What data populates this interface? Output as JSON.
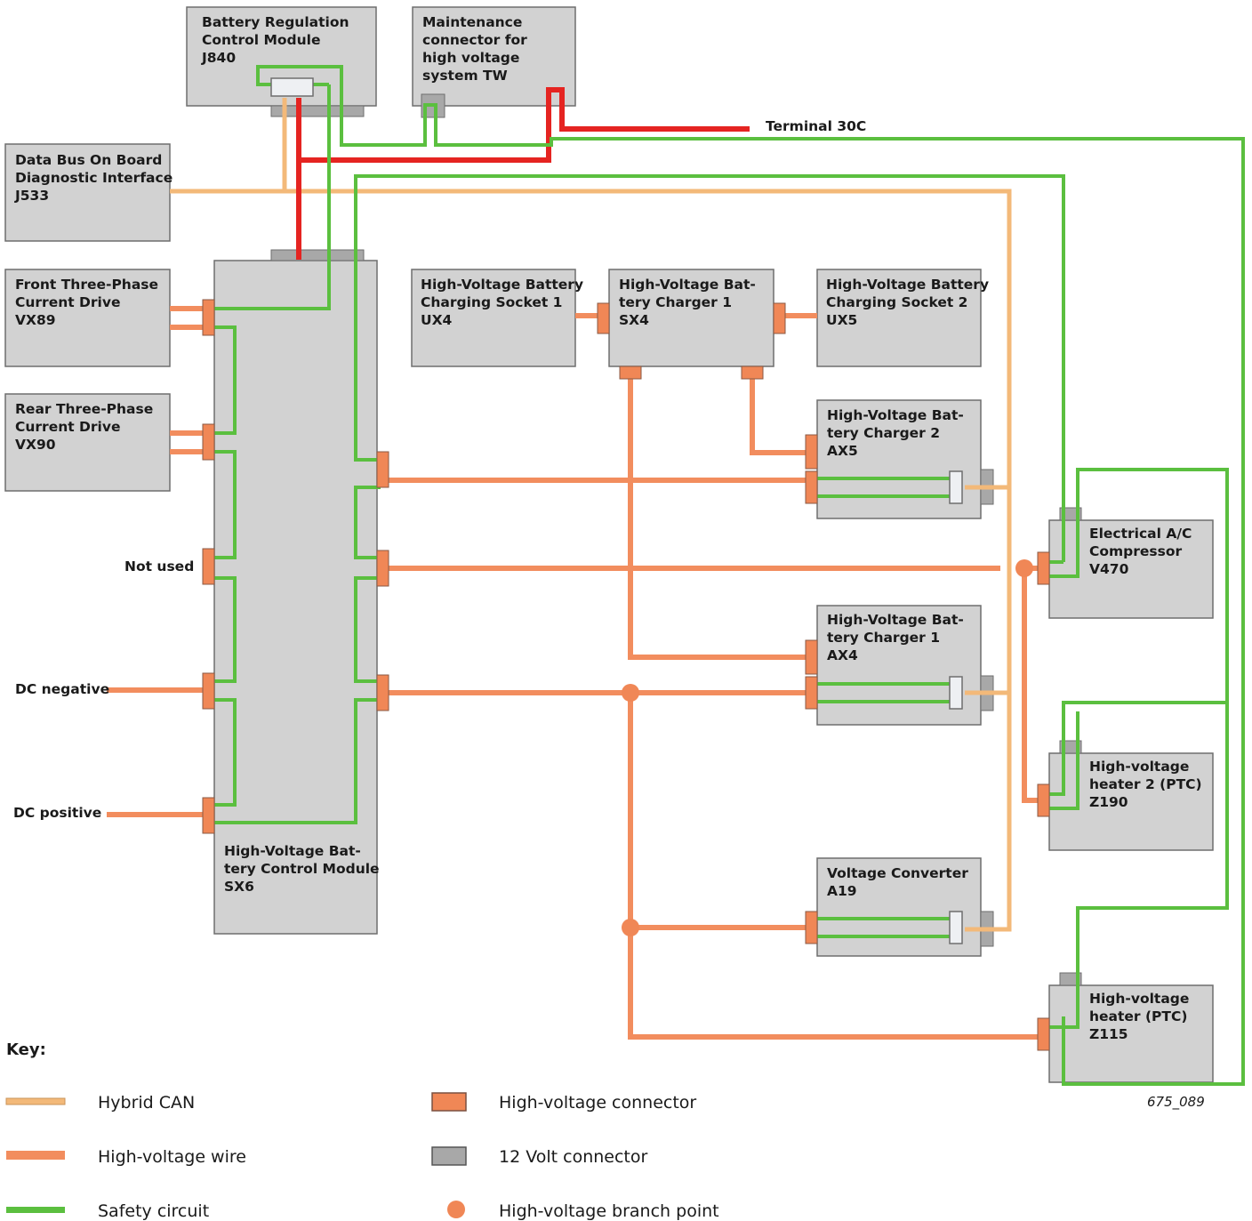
{
  "modules": {
    "j840": [
      "Battery Regulation",
      "Control Module",
      "J840"
    ],
    "tw": [
      "Maintenance",
      "connector for",
      "high voltage",
      "system TW"
    ],
    "j533": [
      "Data Bus On Board",
      "Diagnostic Interface",
      "J533"
    ],
    "vx89": [
      "Front Three-Phase",
      "Current Drive",
      "VX89"
    ],
    "vx90": [
      "Rear Three-Phase",
      "Current Drive",
      "VX90"
    ],
    "sx6": [
      "High-Voltage Bat-",
      "tery Control Module",
      "SX6"
    ],
    "ux4": [
      "High-Voltage Battery",
      "Charging Socket 1",
      "UX4"
    ],
    "sx4": [
      "High-Voltage Bat-",
      "tery Charger 1",
      "SX4"
    ],
    "ux5": [
      "High-Voltage Battery",
      "Charging Socket 2",
      "UX5"
    ],
    "ax5": [
      "High-Voltage Bat-",
      "tery Charger 2",
      "AX5"
    ],
    "ax4": [
      "High-Voltage Bat-",
      "tery Charger 1",
      "AX4"
    ],
    "a19": [
      "Voltage Converter",
      "A19"
    ],
    "v470": [
      "Electrical A/C",
      "Compressor",
      "V470"
    ],
    "z190": [
      "High-voltage",
      "heater 2 (PTC)",
      "Z190"
    ],
    "z115": [
      "High-voltage",
      "heater (PTC)",
      "Z115"
    ]
  },
  "labels": {
    "terminal": "Terminal 30C",
    "not_used": "Not used",
    "dc_negative": "DC negative",
    "dc_positive": "DC positive"
  },
  "key": {
    "title": "Key:",
    "hybrid_can": "Hybrid CAN",
    "hv_wire": "High-voltage wire",
    "safety": "Safety circuit",
    "hv_connector": "High-voltage connector",
    "v12_connector": "12 Volt connector",
    "branch_point": "High-voltage branch point"
  },
  "figure_ref": "675_089",
  "colors": {
    "hybrid_can": "#f3b979",
    "hv_wire": "#f28d5e",
    "safety": "#5bbf3f",
    "terminal_30c": "#e52421",
    "module": "#d2d2d2",
    "v12_connector": "#a8a8a8"
  }
}
